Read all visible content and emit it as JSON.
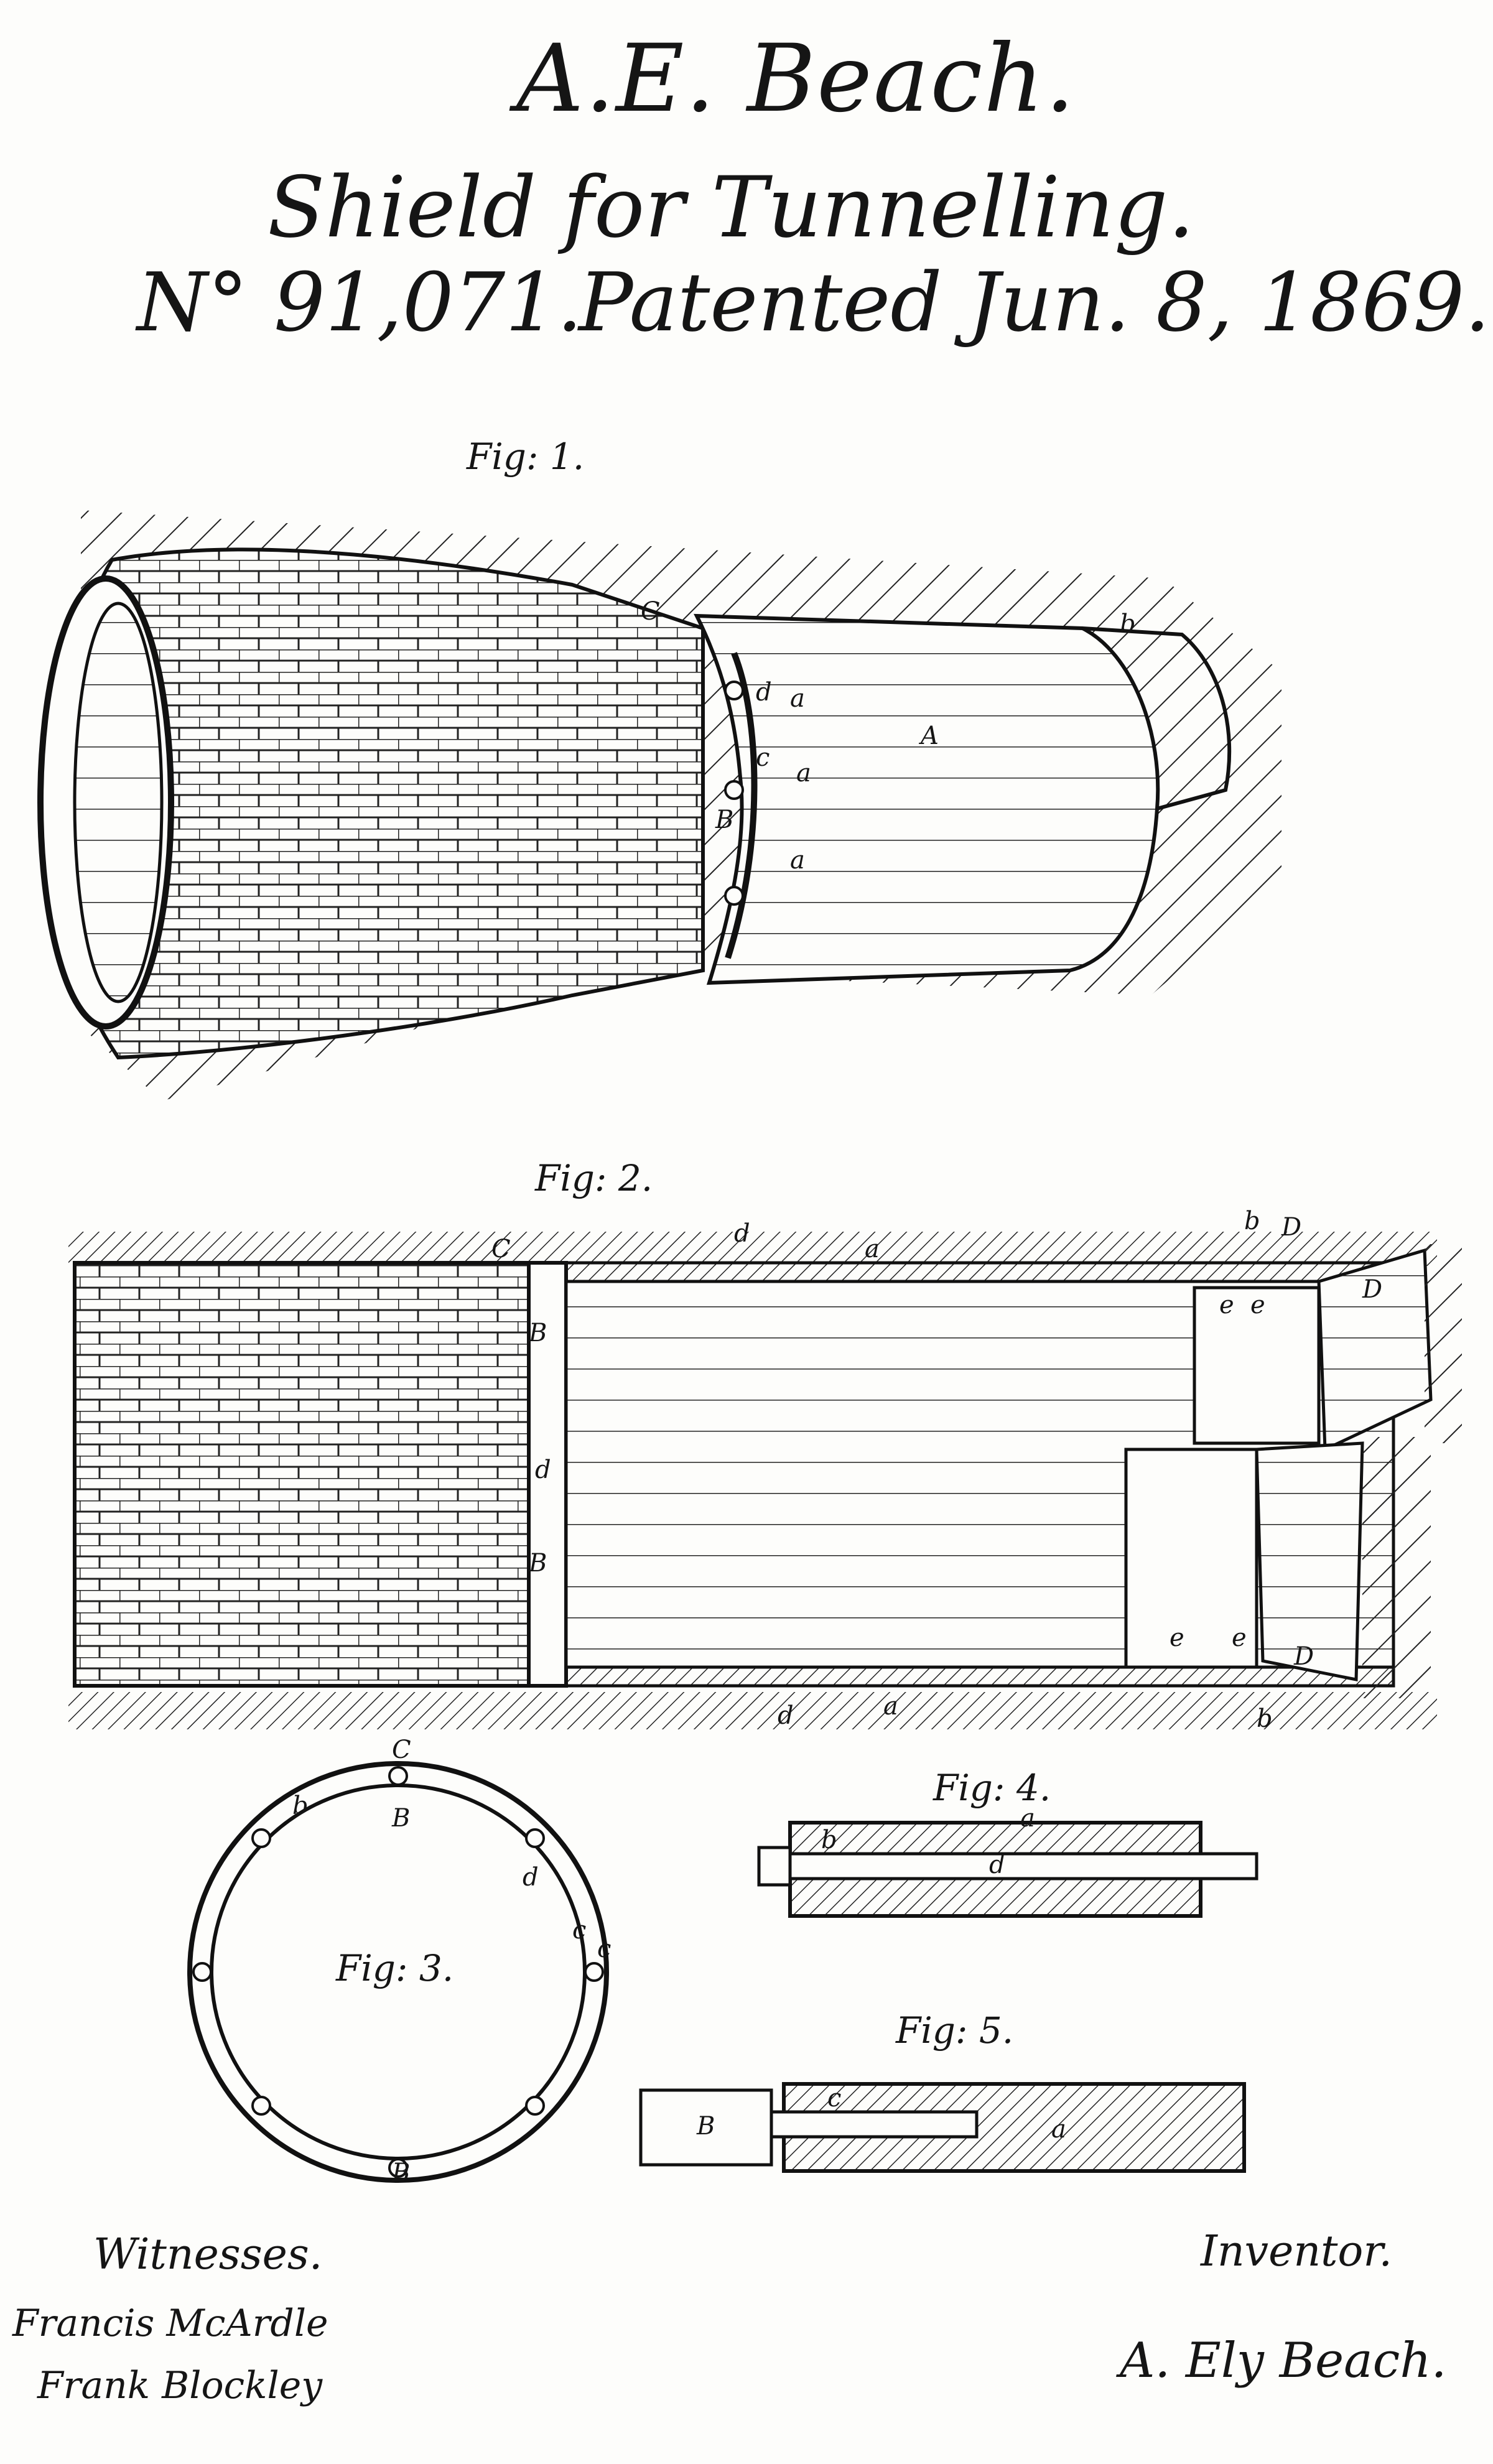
{
  "header": {
    "inventor_name": "A.E. Beach.",
    "title": "Shield for Tunnelling.",
    "patent_number": "N° 91,071.",
    "patent_date": "Patented Jun. 8, 1869."
  },
  "figures": {
    "fig1": {
      "label": "Fig: 1.",
      "refs": {
        "c": "C",
        "d": "d",
        "a1": "a",
        "a2": "a",
        "a3": "a",
        "A": "A",
        "c2": "c",
        "B": "B",
        "b": "b"
      }
    },
    "fig2": {
      "label": "Fig: 2.",
      "refs": {
        "C": "C",
        "d_top": "d",
        "a_top": "a",
        "b_top": "b",
        "D_top": "D",
        "D_top2": "D",
        "e1": "e",
        "e2": "e",
        "B1": "B",
        "d_mid": "d",
        "B2": "B",
        "e3": "e",
        "e4": "e",
        "D_bot": "D",
        "d_bot": "d",
        "a_bot": "a",
        "b_bot": "b"
      }
    },
    "fig3": {
      "label": "Fig: 3.",
      "refs": {
        "C": "C",
        "B_top": "B",
        "b": "b",
        "d": "d",
        "c": "c",
        "c2": "c",
        "B_bot": "B"
      }
    },
    "fig4": {
      "label": "Fig: 4.",
      "refs": {
        "a": "a",
        "b": "b",
        "d": "d"
      }
    },
    "fig5": {
      "label": "Fig: 5.",
      "refs": {
        "B": "B",
        "c": "c",
        "a": "a"
      }
    }
  },
  "footer": {
    "witnesses_label": "Witnesses.",
    "witness_1": "Francis McArdle",
    "witness_2": "Frank Blockley",
    "inventor_label": "Inventor.",
    "inventor_signature": "A. Ely Beach."
  },
  "colors": {
    "ink": "#151515",
    "paper": "#fdfdfb"
  }
}
